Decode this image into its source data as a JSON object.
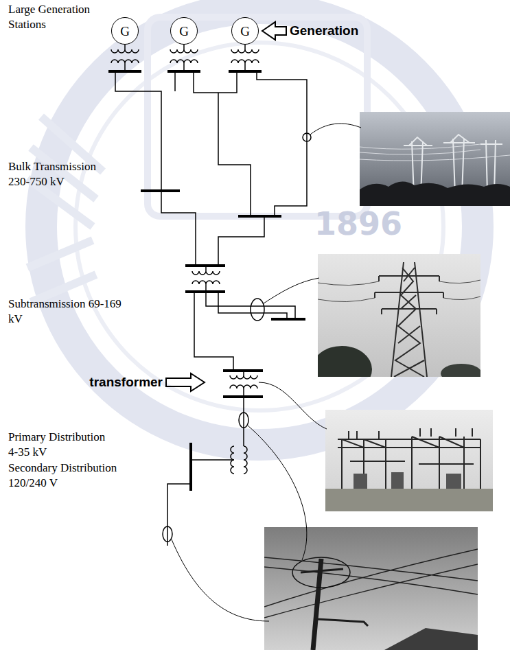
{
  "diagram": {
    "nodes": [
      {
        "text": [
          "G"
        ]
      },
      {
        "text": [
          "G"
        ]
      },
      {
        "text": [
          "G"
        ]
      }
    ],
    "labels": [
      "Large Generation Stations",
      "Generation",
      "Bulk Transmission 230-750 kV",
      "1896",
      "Subtransmission 69-169 kV",
      "transformer",
      "Primary Distribution 4-35 kV",
      "Secondary Distribution 120/240 V"
    ]
  }
}
